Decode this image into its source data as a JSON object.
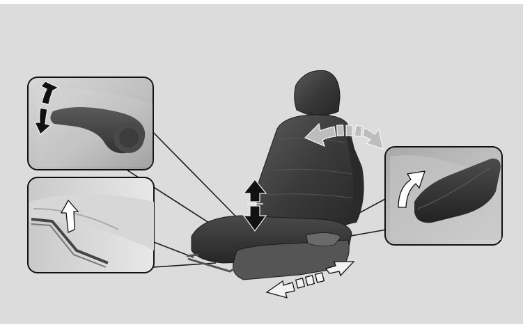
{
  "illustration": {
    "subject": "seat-adjustment-illustration",
    "background_color": "#dcdcdc",
    "seat_color": "#3b3b3b",
    "arrow_dark": "#1a1a1a",
    "arrow_light": "#f2f2f2",
    "callouts": [
      {
        "name": "height-lever-callout",
        "icon": "up-down-arrow-icon"
      },
      {
        "name": "slide-bar-callout",
        "icon": "up-arrow-icon"
      },
      {
        "name": "recline-lever-callout",
        "icon": "curved-arrow-icon"
      }
    ]
  }
}
